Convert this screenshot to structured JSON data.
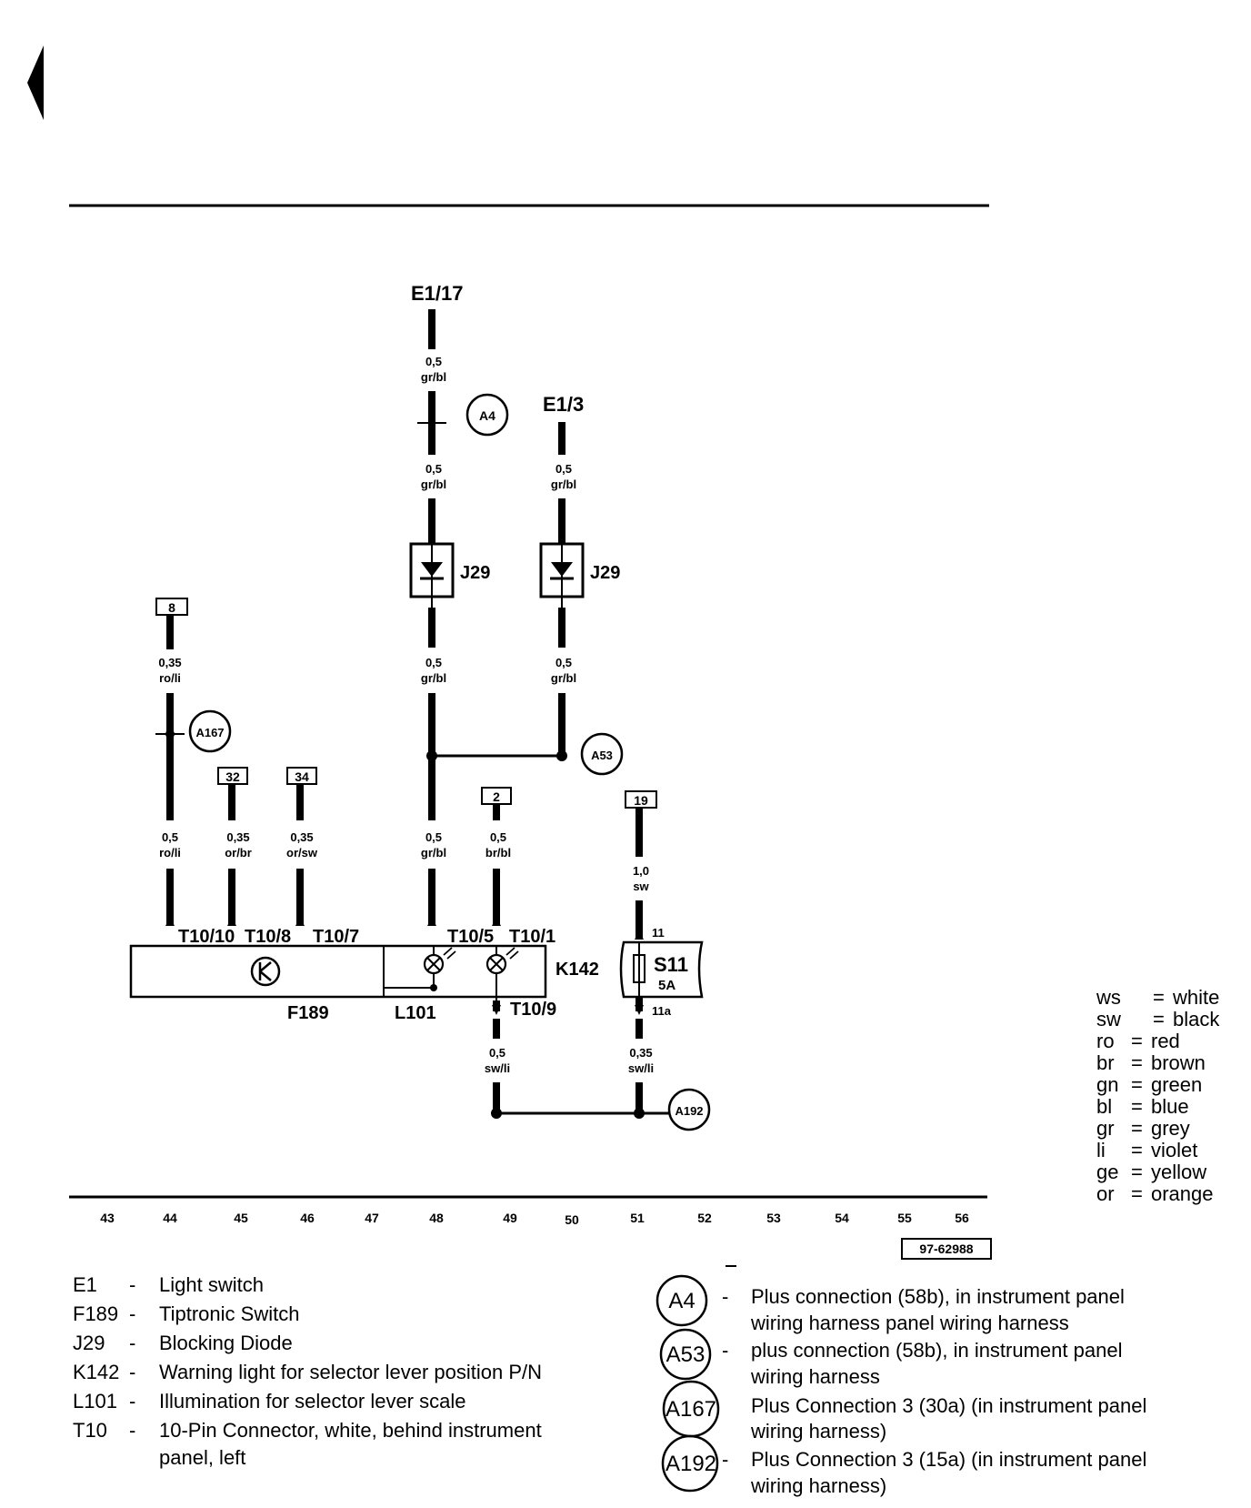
{
  "nav": {
    "back_icon": "triangle-left-icon"
  },
  "terminals": {
    "e1_17": "E1/17",
    "e1_3": "E1/3",
    "b8": "8",
    "b32": "32",
    "b34": "34",
    "b2": "2",
    "b19": "19"
  },
  "wires": {
    "w1a_size": "0,5",
    "w1a_color": "gr/bl",
    "w1b_size": "0,5",
    "w1b_color": "gr/bl",
    "w1c_size": "0,5",
    "w1c_color": "gr/bl",
    "w1d_size": "0,5",
    "w1d_color": "gr/bl",
    "w2a_size": "0,5",
    "w2a_color": "gr/bl",
    "w2b_size": "0,5",
    "w2b_color": "gr/bl",
    "w8a_size": "0,35",
    "w8a_color": "ro/li",
    "w8b_size": "0,5",
    "w8b_color": "ro/li",
    "w32_size": "0,35",
    "w32_color": "or/br",
    "w34_size": "0,35",
    "w34_color": "or/sw",
    "w2_size": "0,5",
    "w2_color": "br/bl",
    "w19_size": "1,0",
    "w19_color": "sw",
    "w109_size": "0,5",
    "w109_color": "sw/li",
    "ws11_size": "0,35",
    "ws11_color": "sw/li"
  },
  "connectors": {
    "t10_10": "T10/10",
    "t10_8": "T10/8",
    "t10_7": "T10/7",
    "t10_5": "T10/5",
    "t10_1": "T10/1",
    "t10_9": "T10/9",
    "pin11": "11",
    "pin11a": "11a"
  },
  "components": {
    "j29_left": "J29",
    "j29_right": "J29",
    "k142": "K142",
    "f189": "F189",
    "l101": "L101",
    "s11": "S11",
    "s11_rating": "5A"
  },
  "ground_points": {
    "a4": "A4",
    "a53": "A53",
    "a167": "A167",
    "a192": "A192"
  },
  "scale": [
    "43",
    "44",
    "45",
    "46",
    "47",
    "48",
    "49",
    "50",
    "51",
    "52",
    "53",
    "54",
    "55",
    "56"
  ],
  "image_id": "97-62988",
  "color_codes": [
    {
      "code": "ws",
      "name": "white"
    },
    {
      "code": "sw",
      "name": "black"
    },
    {
      "code": "ro",
      "name": "red"
    },
    {
      "code": "br",
      "name": "brown"
    },
    {
      "code": "gn",
      "name": "green"
    },
    {
      "code": "bl",
      "name": "blue"
    },
    {
      "code": "gr",
      "name": "grey"
    },
    {
      "code": "li",
      "name": "violet"
    },
    {
      "code": "ge",
      "name": "yellow"
    },
    {
      "code": "or",
      "name": "orange"
    }
  ],
  "legend_left": [
    {
      "code": "E1",
      "desc": "Light switch"
    },
    {
      "code": "F189",
      "desc": "Tiptronic Switch"
    },
    {
      "code": "J29",
      "desc": "Blocking Diode"
    },
    {
      "code": "K142",
      "desc": "Warning light for selector lever position P/N"
    },
    {
      "code": "L101",
      "desc": "Illumination for selector lever scale"
    },
    {
      "code": "T10",
      "desc": "10-Pin Connector, white, behind instrument"
    },
    {
      "code": "",
      "desc": "panel, left"
    }
  ],
  "legend_right": [
    {
      "code": "A4",
      "line1": "Plus connection (58b), in instrument panel",
      "line2": "wiring harness panel wiring harness"
    },
    {
      "code": "A53",
      "line1": "plus connection (58b), in instrument panel",
      "line2": "wiring harness"
    },
    {
      "code": "A167",
      "line1": "Plus Connection 3 (30a) (in instrument panel",
      "line2": "wiring harness)"
    },
    {
      "code": "A192",
      "line1": "Plus Connection 3 (15a) (in instrument panel",
      "line2": "wiring harness)"
    }
  ]
}
